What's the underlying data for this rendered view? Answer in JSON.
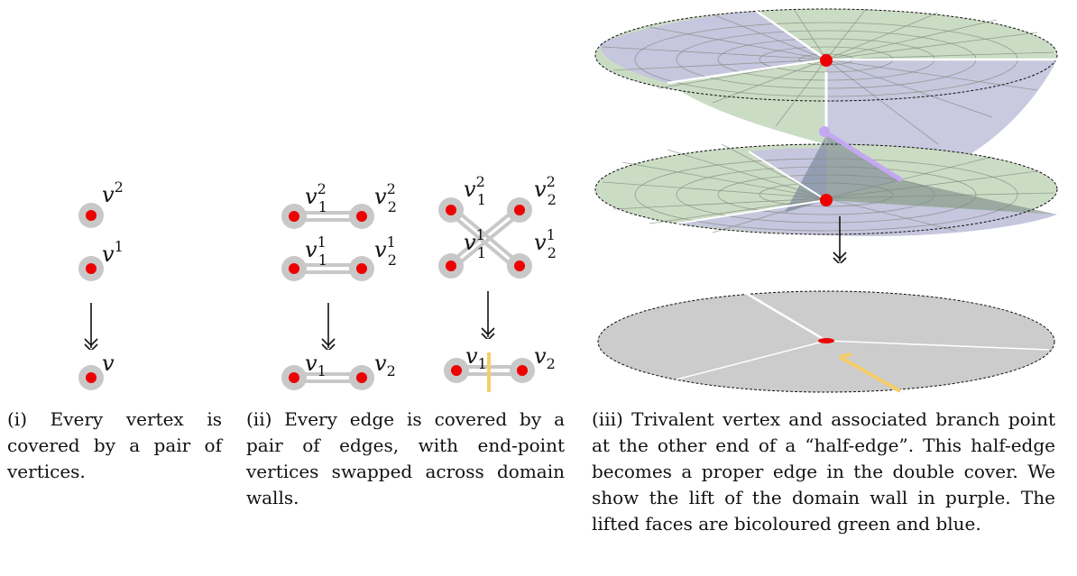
{
  "panel1": {
    "labels": {
      "v_sup2_base": "v",
      "v_sup2_exp": "2",
      "v_sup1_base": "v",
      "v_sup1_exp": "1",
      "v_base": "v"
    },
    "caption": "(i) Every vertex is covered by a pair of vertices."
  },
  "panel2": {
    "labels": {
      "v": "v",
      "one": "1",
      "two": "2"
    },
    "caption": "(ii) Every edge is covered by a pair of edges, with end-point vertices swapped across domain walls."
  },
  "panel3": {
    "caption": "(iii) Trivalent vertex and associated branch point at the other end of a “half-edge”. This half-edge becomes a proper edge in the double cover. We show the lift of the domain wall in purple. The lifted faces are bicoloured green and blue."
  },
  "colors": {
    "vertex": "#ee0000",
    "halo": "#c8c8c8",
    "edge": "#c8c8c8",
    "wall_yellow": "#f6cd6b",
    "wall_purple": "#c4a7f2",
    "sheet_green": "#cbdcc4",
    "sheet_blue": "#c6c6de",
    "base_disk": "#cccccc"
  }
}
